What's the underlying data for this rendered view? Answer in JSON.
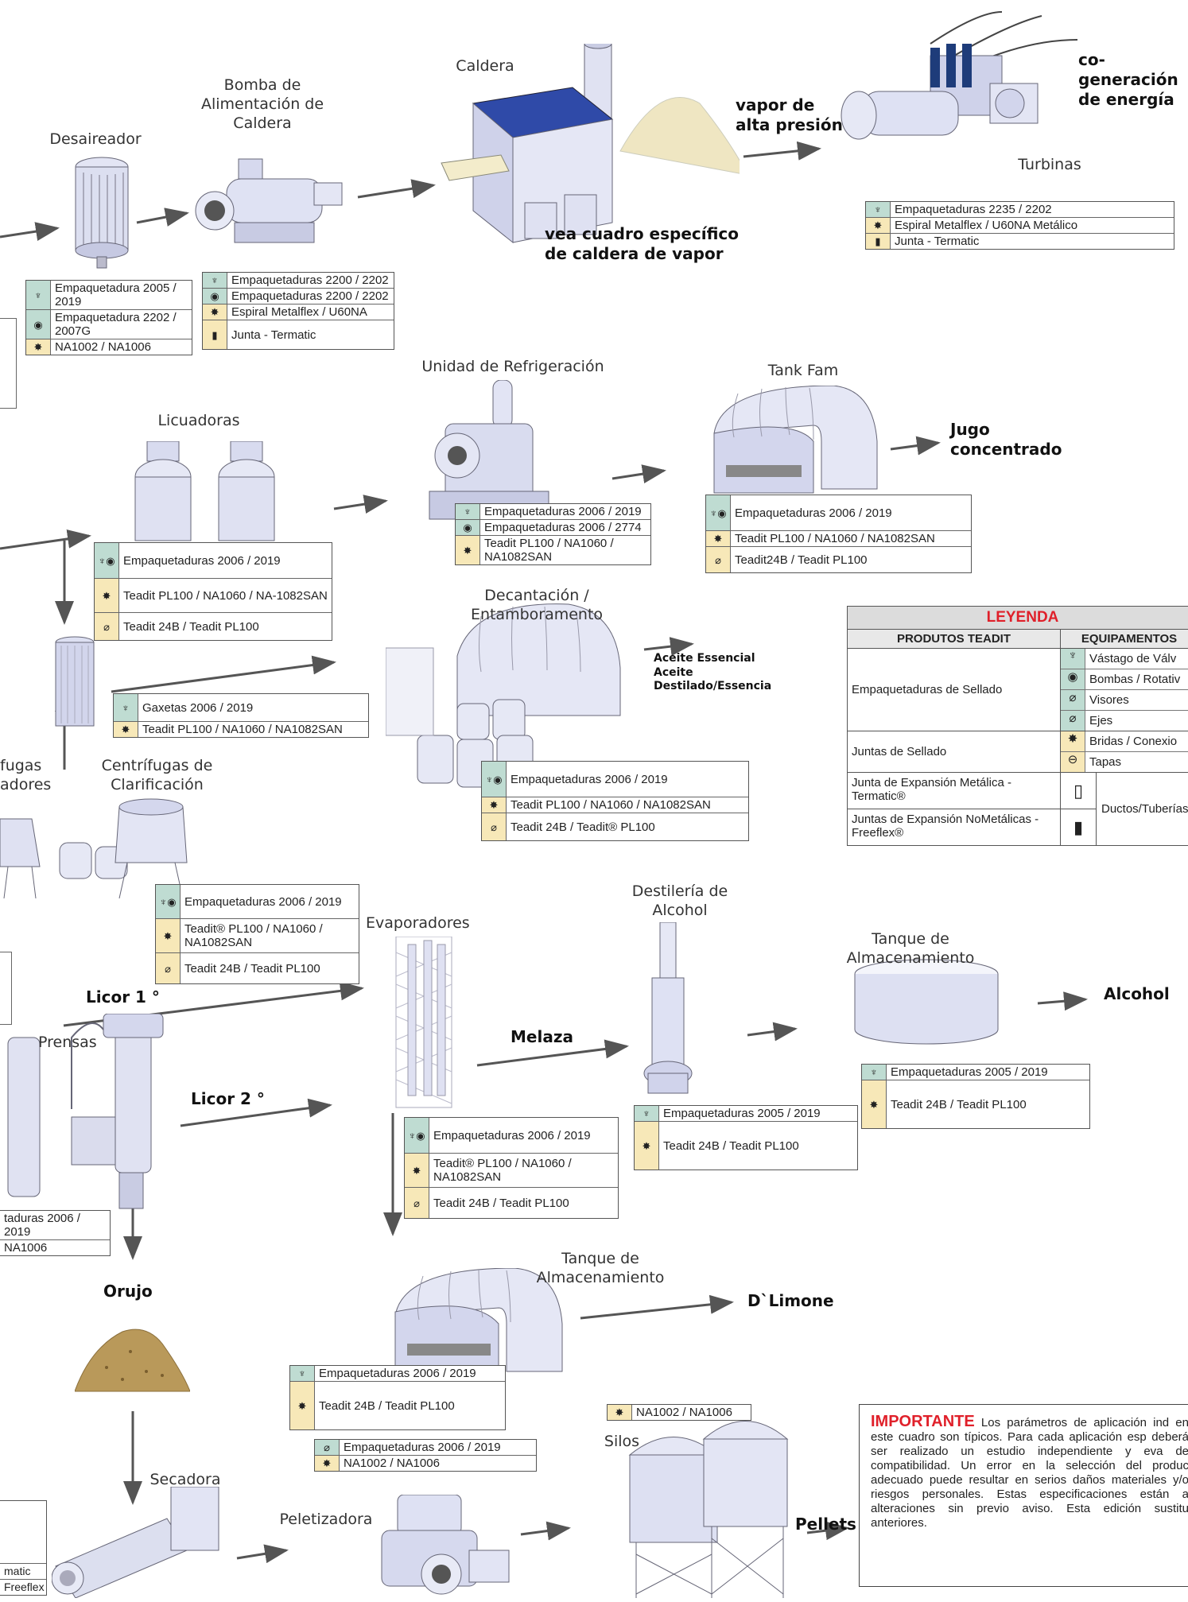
{
  "labels": {
    "desaireador": "Desaireador",
    "bomba": "Bomba de Alimentación de Caldera",
    "caldera": "Caldera",
    "vapor": "vapor de alta presión",
    "cogeneracion": "co-generación de energía",
    "turbinas": "Turbinas",
    "vea_cuadro": "vea cuadro específico de caldera de vapor",
    "unidad_refrig": "Unidad de Refrigeración",
    "tank_fam": "Tank Fam",
    "jugo": "Jugo concentrado",
    "licuadoras": "Licuadoras",
    "decantacion": "Decantación / Entamboramento",
    "aceite": "Aceite Essencial\nAceite Destilado/Essencia",
    "centrifugas_left": "fugas\nadores",
    "centrifugas_clar": "Centrífugas de Clarificación",
    "destileria": "Destilería de Alcohol",
    "evaporadores": "Evaporadores",
    "tanque_alm1": "Tanque de Almacenamiento",
    "alcohol": "Alcohol",
    "licor1": "Licor 1 °",
    "prensas": "Prensas",
    "melaza": "Melaza",
    "licor2": "Licor 2 °",
    "tanque_alm2": "Tanque de Almacenamiento",
    "dlimone": "D`Limone",
    "orujo": "Orujo",
    "secadora": "Secadora",
    "peletizadora": "Peletizadora",
    "silos": "Silos",
    "pellets": "Pellets",
    "left_matic": "matic",
    "left_freeflex": "Freeflex",
    "left_taduras": "taduras 2006 / 2019",
    "left_na": "NA1006"
  },
  "tables": {
    "desaireador": [
      "Empaquetadura 2005 / 2019",
      "Empaquetadura 2202 / 2007G",
      "NA1002 / NA1006"
    ],
    "bomba": [
      "Empaquetaduras 2200 / 2202",
      "Empaquetaduras 2200 / 2202",
      "Espiral Metalflex / U60NA",
      "Junta - Termatic"
    ],
    "turbinas": [
      "Empaquetaduras 2235 / 2202",
      "Espiral Metalflex / U60NA Metálico",
      "Junta - Termatic"
    ],
    "refrig": [
      "Empaquetaduras 2006 / 2019",
      "Empaquetaduras 2006 / 2774",
      "Teadit PL100 / NA1060 / NA1082SAN"
    ],
    "tankfam": [
      "Empaquetaduras 2006 / 2019",
      "Teadit PL100 / NA1060 / NA1082SAN",
      "Teadit24B / Teadit PL100"
    ],
    "licuadoras": [
      "Empaquetaduras 2006 / 2019",
      "Teadit PL100 / NA1060 / NA-1082SAN",
      "Teadit 24B / Teadit PL100"
    ],
    "gaxetas": [
      "Gaxetas 2006 / 2019",
      "Teadit PL100 / NA1060 / NA1082SAN"
    ],
    "decant": [
      "Empaquetaduras  2006 / 2019",
      "Teadit PL100 / NA1060 / NA1082SAN",
      "Teadit 24B / Teadit® PL100"
    ],
    "centrif": [
      "Empaquetaduras 2006 / 2019",
      "Teadit® PL100 / NA1060 / NA1082SAN",
      "Teadit 24B / Teadit PL100"
    ],
    "evap": [
      "Empaquetaduras  2006 / 2019",
      "Teadit® PL100 / NA1060 / NA1082SAN",
      "Teadit 24B / Teadit PL100"
    ],
    "destil": [
      "Empaquetaduras 2005 / 2019",
      "Teadit 24B / Teadit PL100"
    ],
    "tanque1": [
      "Empaquetaduras  2005 / 2019",
      "Teadit 24B / Teadit PL100"
    ],
    "tanque2": [
      "Empaquetaduras 2006 / 2019",
      "Teadit 24B / Teadit PL100"
    ],
    "peletiz": [
      "Empaquetaduras  2006 / 2019",
      "NA1002 / NA1006"
    ],
    "silos": [
      "NA1002 / NA1006"
    ]
  },
  "legend": {
    "title": "LEYENDA",
    "col1": "PRODUTOS TEADIT",
    "col2": "EQUIPAMENTOS",
    "products": [
      "Empaquetaduras de Sellado",
      "Juntas de Sellado",
      "Junta de Expansión Metálica - Termatic®",
      "Juntas de Expansión NoMetálicas - Freeflex®"
    ],
    "equip": [
      "Vástago de Válv",
      "Bombas / Rotativ",
      "Visores",
      "Ejes",
      "Bridas / Conexio",
      "Tapas",
      "Ductos/Tuberías"
    ],
    "title_color": "#e0202a"
  },
  "important": {
    "head": "IMPORTANTE",
    "body": "Los parámetros de aplicación ind en este cuadro son típicos. Para cada aplicación esp deberá ser realizado un estudio independiente y eva de compatibilidad. Un error en la selección del produc adecuado puede resultar en serios daños materiales y/o riesgos personales. Estas especificaciones están a alteraciones sin previo aviso. Esta edición sustitu anteriores."
  }
}
